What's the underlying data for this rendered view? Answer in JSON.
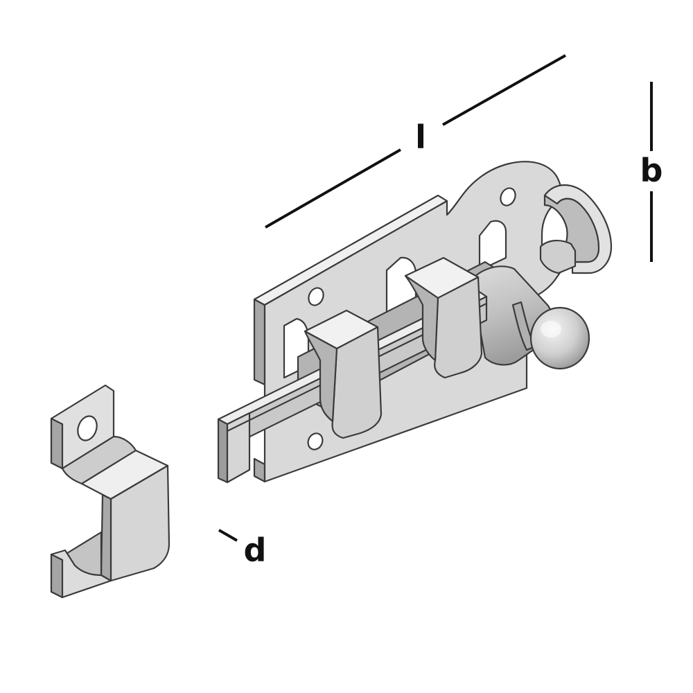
{
  "labels": {
    "length": "l",
    "width": "b",
    "depth": "d"
  },
  "colors": {
    "metal_light": "#e3e3e3",
    "metal_mid": "#c6c6c6",
    "metal_dark": "#9a9a9a",
    "outline": "#3a3a3a",
    "dimension": "#111111",
    "background": "#ffffff"
  }
}
